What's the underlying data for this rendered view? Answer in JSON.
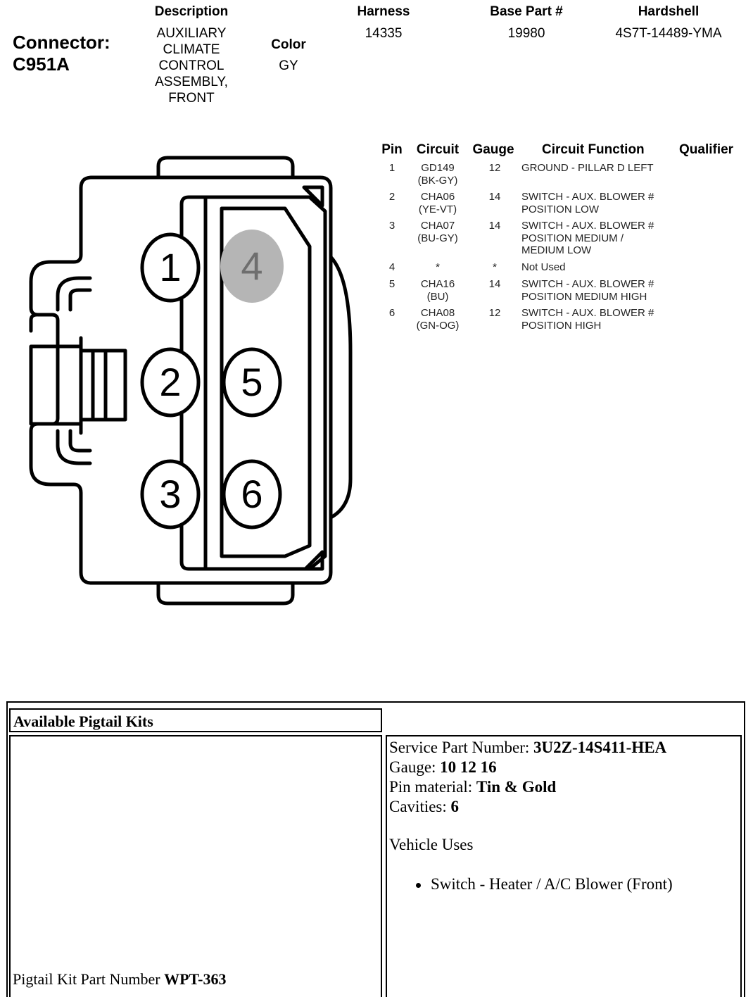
{
  "header": {
    "connector_label": "Connector:",
    "connector_id": "C951A",
    "description_label": "Description",
    "description_value": [
      "AUXILIARY",
      "CLIMATE",
      "CONTROL",
      "ASSEMBLY,",
      "FRONT"
    ],
    "color_label": "Color",
    "color_value": "GY",
    "harness_label": "Harness",
    "harness_value": "14335",
    "base_part_label": "Base Part #",
    "base_part_value": "19980",
    "hardshell_label": "Hardshell",
    "hardshell_value": "4S7T-14489-YMA"
  },
  "pin_table": {
    "headers": {
      "pin": "Pin",
      "circuit": "Circuit",
      "gauge": "Gauge",
      "function": "Circuit Function",
      "qualifier": "Qualifier"
    },
    "rows": [
      {
        "pin": "1",
        "circuit": [
          "GD149",
          "(BK-GY)"
        ],
        "gauge": "12",
        "function": [
          "GROUND - PILLAR D LEFT"
        ]
      },
      {
        "pin": "2",
        "circuit": [
          "CHA06",
          "(YE-VT)"
        ],
        "gauge": "14",
        "function": [
          "SWITCH - AUX. BLOWER #",
          "POSITION LOW"
        ]
      },
      {
        "pin": "3",
        "circuit": [
          "CHA07",
          "(BU-GY)"
        ],
        "gauge": "14",
        "function": [
          "SWITCH - AUX. BLOWER #",
          "POSITION MEDIUM /",
          "MEDIUM LOW"
        ]
      },
      {
        "pin": "4",
        "circuit": [
          "*"
        ],
        "gauge": "*",
        "function": [
          "Not Used"
        ]
      },
      {
        "pin": "5",
        "circuit": [
          "CHA16",
          "(BU)"
        ],
        "gauge": "14",
        "function": [
          "SWITCH - AUX. BLOWER #",
          "POSITION MEDIUM HIGH"
        ]
      },
      {
        "pin": "6",
        "circuit": [
          "CHA08",
          "(GN-OG)"
        ],
        "gauge": "12",
        "function": [
          "SWITCH - AUX. BLOWER #",
          "POSITION HIGH"
        ]
      }
    ]
  },
  "connector_pins": [
    {
      "label": "1",
      "used": true
    },
    {
      "label": "2",
      "used": true
    },
    {
      "label": "3",
      "used": true
    },
    {
      "label": "4",
      "used": false
    },
    {
      "label": "5",
      "used": true
    },
    {
      "label": "6",
      "used": true
    }
  ],
  "colors": {
    "unused_pin_fill": "#b5b5b5",
    "unused_pin_text": "#6e6e6e"
  },
  "pigtail": {
    "title": "Available Pigtail Kits",
    "kit_label": "Pigtail Kit Part Number",
    "kit_value": "WPT-363",
    "service_part_label": "Service Part Number:",
    "service_part_value": "3U2Z-14S411-HEA",
    "gauge_label": "Gauge:",
    "gauge_value": "10 12 16",
    "pin_material_label": "Pin material:",
    "pin_material_value": "Tin & Gold",
    "cavities_label": "Cavities:",
    "cavities_value": "6",
    "vehicle_uses_label": "Vehicle Uses",
    "vehicle_uses": [
      "Switch - Heater / A/C Blower (Front)"
    ]
  }
}
